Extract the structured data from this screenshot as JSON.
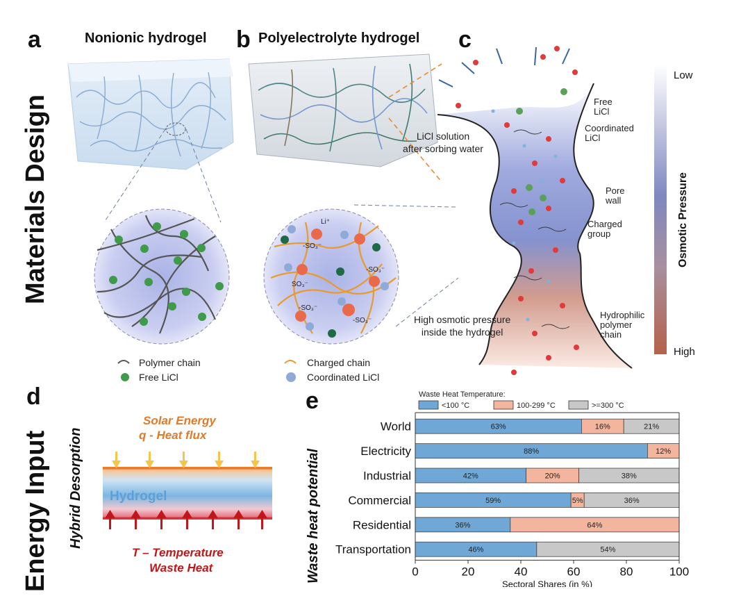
{
  "section_labels": {
    "top": "Materials Design",
    "bottom": "Energy Input"
  },
  "panels": {
    "a": {
      "letter": "a",
      "title": "Nonionic hydrogel",
      "legend": [
        "Polymer chain",
        "Free LiCl"
      ]
    },
    "b": {
      "letter": "b",
      "title": "Polyelectrolyte hydrogel",
      "legend": [
        "Charged chain",
        "Coordinated LiCl"
      ],
      "ion_labels": [
        "Li⁺",
        "-SO₃⁻",
        "-SO₃⁻",
        "SO₃⁻",
        "-SO₃⁻",
        "-SO₃⁻"
      ]
    },
    "c": {
      "letter": "c",
      "labels": {
        "free_licl": "Free\nLiCl",
        "coordinated_licl": "Coordinated\nLiCl",
        "licl_solution": "LiCl solution\nafter sorbing water",
        "pore_wall": "Pore\nwall",
        "charged_group": "Charged\ngroup",
        "high_osmotic": "High osmotic pressure\ninside the hydrogel",
        "hydrophilic": "Hydrophilic\npolymer\nchain"
      },
      "scale": {
        "title": "Osmotic Pressure",
        "low": "Low",
        "high": "High",
        "color_low": "#ffffff",
        "color_mid": "#5a6db5",
        "color_high": "#b5624a"
      }
    },
    "d": {
      "letter": "d",
      "side_label": "Hybrid Desorption",
      "solar1": "Solar Energy",
      "solar2": "q - Heat flux",
      "layer_label": "Hydrogel",
      "heat1": "T – Temperature",
      "heat2": "Waste Heat",
      "color_solar": "#e07b2a",
      "color_heat": "#c0171a"
    },
    "e": {
      "letter": "e",
      "side_label": "Waste heat potential"
    }
  },
  "chart_data": {
    "type": "bar",
    "orientation": "horizontal",
    "stacked": true,
    "legend_title": "Waste Heat Temperature:",
    "legend_placement": "top",
    "categories": [
      "World",
      "Electricity",
      "Industrial",
      "Commercial",
      "Residential",
      "Transportation"
    ],
    "series": [
      {
        "name": "<100 °C",
        "color": "#6fa8d6",
        "values": [
          63,
          88,
          42,
          59,
          36,
          46
        ]
      },
      {
        "name": "100-299 °C",
        "color": "#f4b59f",
        "values": [
          16,
          12,
          20,
          5,
          64,
          0
        ]
      },
      {
        "name": ">=300 °C",
        "color": "#c8c8c8",
        "values": [
          21,
          0,
          38,
          36,
          0,
          54
        ]
      }
    ],
    "xlabel": "Sectoral Shares (in %)",
    "xlim": [
      0,
      100
    ],
    "xticks": [
      "0",
      "20",
      "40",
      "60",
      "80",
      "100"
    ],
    "grid": false
  }
}
